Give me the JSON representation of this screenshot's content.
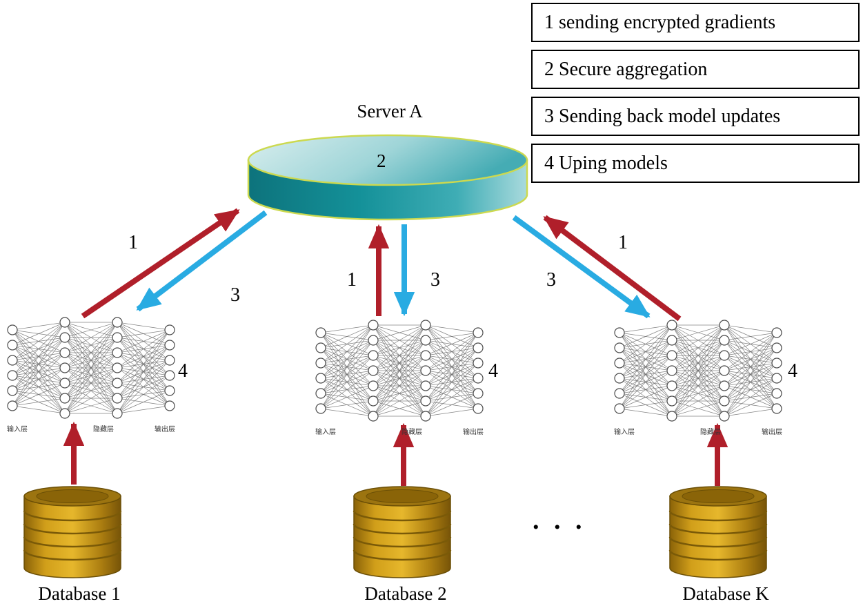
{
  "server": {
    "label": "Server A",
    "step": "2"
  },
  "legend": {
    "items": [
      {
        "text": "1 sending encrypted gradients"
      },
      {
        "text": "2 Secure aggregation"
      },
      {
        "text": "3 Sending back model updates"
      },
      {
        "text": "4 Uping models"
      }
    ]
  },
  "arrow_labels": {
    "left_up": "1",
    "left_down": "3",
    "center_up": "1",
    "center_down": "3",
    "right_down": "3",
    "right_up": "1"
  },
  "networks": {
    "layer_labels": {
      "input": "输入层",
      "hidden": "隐藏层",
      "output": "输出层"
    },
    "layers": [
      6,
      7,
      7,
      6
    ],
    "update_label": "4"
  },
  "databases": {
    "items": [
      {
        "label": "Database 1"
      },
      {
        "label": "Database 2"
      },
      {
        "label": "Database K"
      }
    ],
    "ellipsis": ". . ."
  },
  "colors": {
    "red_arrow": "#b01f2a",
    "blue_arrow": "#29abe2",
    "server_fill": "#1a9aa3",
    "server_stroke": "#ccd94f",
    "database_gold": "#c8960c",
    "legend_border": "#000000"
  }
}
